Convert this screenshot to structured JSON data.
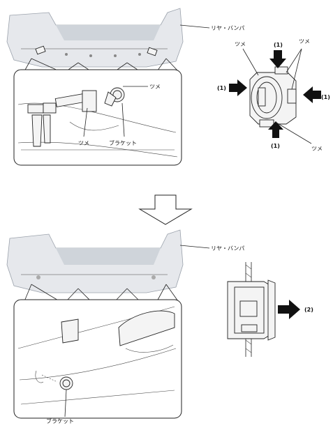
{
  "labels": {
    "rear_bumper_top": "リヤ・バンパ",
    "rear_bumper_bottom": "リヤ・バンパ",
    "claw_inset_top_right": "ツメ",
    "claw_inset_bottom": "ツメ",
    "bracket_inset_top": "ブラケット",
    "claw_detail_left": "ツメ",
    "claw_detail_right": "ツメ",
    "claw_detail_bottom": "ツメ",
    "bracket_inset_bottom": "ブラケット"
  },
  "markers": {
    "step1_top": "(1)",
    "step1_left": "(1)",
    "step1_right": "(1)",
    "step1_bottom": "(1)",
    "step2": "(2)"
  }
}
